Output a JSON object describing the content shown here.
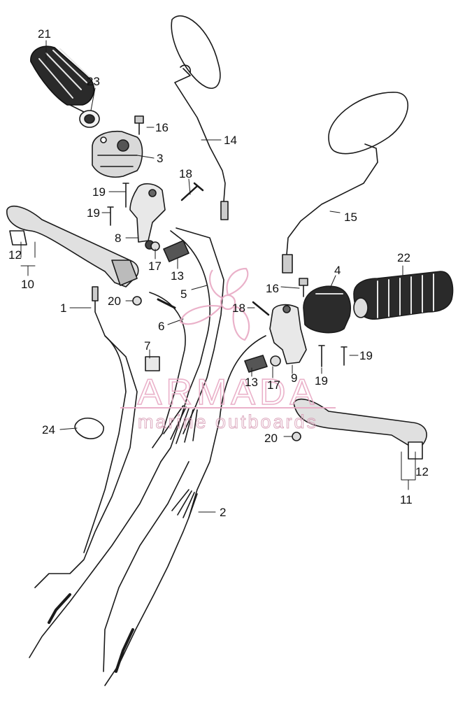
{
  "diagram": {
    "callouts": [
      {
        "id": "c21a",
        "label": "21"
      },
      {
        "id": "c23",
        "label": "23"
      },
      {
        "id": "c16a",
        "label": "16"
      },
      {
        "id": "c3",
        "label": "3"
      },
      {
        "id": "c14",
        "label": "14"
      },
      {
        "id": "c18a",
        "label": "18"
      },
      {
        "id": "c19a",
        "label": "19"
      },
      {
        "id": "c19b",
        "label": "19"
      },
      {
        "id": "c8",
        "label": "8"
      },
      {
        "id": "c12a",
        "label": "12"
      },
      {
        "id": "c10",
        "label": "10"
      },
      {
        "id": "c17a",
        "label": "17"
      },
      {
        "id": "c13a",
        "label": "13"
      },
      {
        "id": "c5",
        "label": "5"
      },
      {
        "id": "c1",
        "label": "1"
      },
      {
        "id": "c20a",
        "label": "20"
      },
      {
        "id": "c6",
        "label": "6"
      },
      {
        "id": "c7",
        "label": "7"
      },
      {
        "id": "c24",
        "label": "24"
      },
      {
        "id": "c15",
        "label": "15"
      },
      {
        "id": "c22",
        "label": "22"
      },
      {
        "id": "c4",
        "label": "4"
      },
      {
        "id": "c16b",
        "label": "16"
      },
      {
        "id": "c18b",
        "label": "18"
      },
      {
        "id": "c19c",
        "label": "19"
      },
      {
        "id": "c13b",
        "label": "13"
      },
      {
        "id": "c17b",
        "label": "17"
      },
      {
        "id": "c9",
        "label": "9"
      },
      {
        "id": "c19d",
        "label": "19"
      },
      {
        "id": "c20b",
        "label": "20"
      },
      {
        "id": "c12b",
        "label": "12"
      },
      {
        "id": "c11",
        "label": "11"
      },
      {
        "id": "c2",
        "label": "2"
      }
    ]
  },
  "watermark": {
    "brand": "ARMADA",
    "tagline": "marine outboards",
    "color": "#e8a9c4"
  },
  "colors": {
    "line": "#1a1a1a",
    "background": "#ffffff"
  }
}
